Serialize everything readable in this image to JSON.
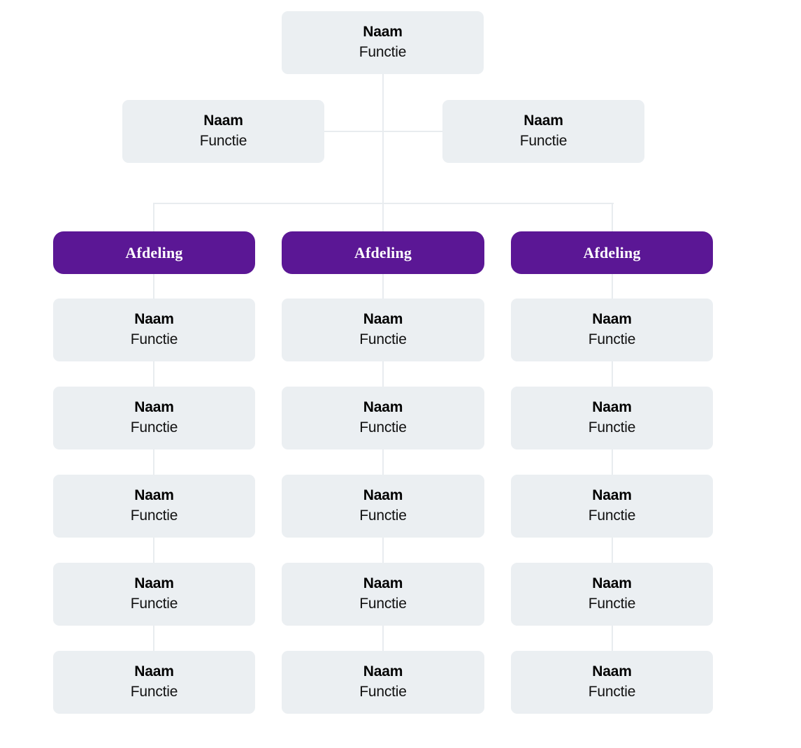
{
  "chart_data": {
    "type": "diagram",
    "diagram_kind": "organizational-chart",
    "title": "",
    "language": "nl",
    "colors": {
      "node_fill": "#ebeff2",
      "department_fill": "#5b1795",
      "department_text": "#ffffff",
      "node_text": "#000000",
      "connector": "#e8ecef",
      "background": "#ffffff"
    },
    "labels": {
      "name": "Naam",
      "role": "Functie",
      "department": "Afdeling"
    }
  },
  "root": {
    "name": "Naam",
    "role": "Functie"
  },
  "assistants": [
    {
      "name": "Naam",
      "role": "Functie"
    },
    {
      "name": "Naam",
      "role": "Functie"
    }
  ],
  "departments": [
    {
      "header": "Afdeling",
      "members": [
        {
          "name": "Naam",
          "role": "Functie"
        },
        {
          "name": "Naam",
          "role": "Functie"
        },
        {
          "name": "Naam",
          "role": "Functie"
        },
        {
          "name": "Naam",
          "role": "Functie"
        },
        {
          "name": "Naam",
          "role": "Functie"
        }
      ]
    },
    {
      "header": "Afdeling",
      "members": [
        {
          "name": "Naam",
          "role": "Functie"
        },
        {
          "name": "Naam",
          "role": "Functie"
        },
        {
          "name": "Naam",
          "role": "Functie"
        },
        {
          "name": "Naam",
          "role": "Functie"
        },
        {
          "name": "Naam",
          "role": "Functie"
        }
      ]
    },
    {
      "header": "Afdeling",
      "members": [
        {
          "name": "Naam",
          "role": "Functie"
        },
        {
          "name": "Naam",
          "role": "Functie"
        },
        {
          "name": "Naam",
          "role": "Functie"
        },
        {
          "name": "Naam",
          "role": "Functie"
        },
        {
          "name": "Naam",
          "role": "Functie"
        }
      ]
    }
  ]
}
